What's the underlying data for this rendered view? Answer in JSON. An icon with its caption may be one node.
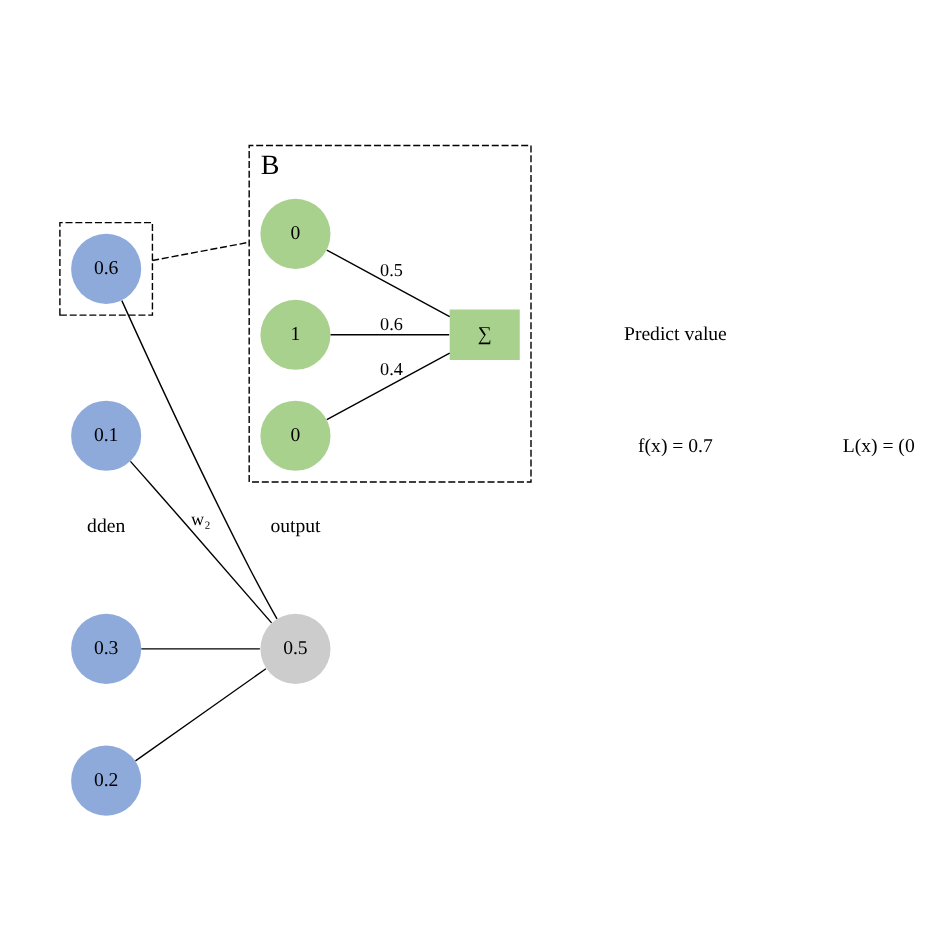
{
  "diagram": {
    "nodes": [
      {
        "text": [
          "0.3"
        ]
      },
      {
        "text": [
          "0.2"
        ]
      },
      {
        "text": [],
        "shape": "box"
      },
      {
        "text": [
          "0.6"
        ],
        "in": 2
      },
      {
        "text": [
          "0.1"
        ]
      },
      {
        "text": [
          "0.5"
        ]
      },
      {
        "text": [
          "B"
        ]
      },
      {
        "text": [
          "0"
        ],
        "in": 6
      },
      {
        "text": [
          "1"
        ],
        "in": 6
      },
      {
        "text": [
          "0"
        ],
        "in": 6
      },
      {
        "text": [
          "∑"
        ],
        "in": 6
      }
    ],
    "edges": [
      {
        "from": 0,
        "to": 5,
        "arrow": "none"
      },
      {
        "from": 1,
        "to": 5,
        "arrow": "none"
      },
      {
        "from": 3,
        "to": 5,
        "arrow": "none"
      },
      {
        "from": 4,
        "to": 5,
        "arrow": "none",
        "label": "w₂"
      },
      {
        "from": 2,
        "to": 6,
        "arrow": "none",
        "style": "dashed"
      },
      {
        "from": 7,
        "to": 10,
        "arrow": "none",
        "label": "0.5"
      },
      {
        "from": 8,
        "to": 10,
        "arrow": "none",
        "label": "0.6"
      },
      {
        "from": 9,
        "to": 10,
        "arrow": "none",
        "label": "0.4"
      }
    ],
    "labels": [
      "dden",
      "output",
      "Predict value",
      "f(x) = 0.7",
      "L(x) = (0"
    ]
  }
}
